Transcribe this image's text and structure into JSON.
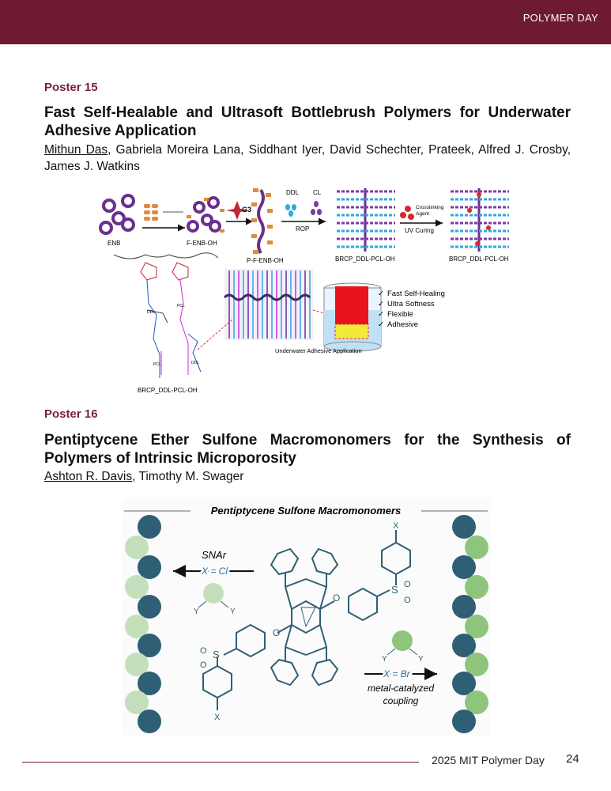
{
  "header": {
    "title": "POLYMER DAY"
  },
  "poster15": {
    "label": "Poster 15",
    "title": "Fast Self-Healable and Ultrasoft Bottlebrush Polymers for Underwater Adhesive Application",
    "presenter": "Mithun Das",
    "other_authors": ", Gabriela Moreira Lana, Siddhant Iyer, David Schechter, Prateek, Alfred J. Crosby, James J. Watkins",
    "figure": {
      "enb": "ENB",
      "fenb": "F-ENB-OH",
      "g3": "G3",
      "pfenb": "P-F-ENB-OH",
      "ddl": "DDL",
      "cl": "CL",
      "rop": "ROP",
      "brcp1": "BRCP_DDL-PCL-OH",
      "crosslink1": "Crosslinking",
      "crosslink2": "Agent",
      "uv": "UV Curing",
      "brcp2": "BRCP_DDL-PCL-OH",
      "props": [
        "Fast Self-Healing",
        "Ultra Softness",
        "Flexible",
        "Adhesive"
      ],
      "underwater": "Underwater Adhesive Application",
      "brcp3": "BRCP_DDL-PCL-OH",
      "pcl": "PCL",
      "ddl_small": "DDL"
    }
  },
  "poster16": {
    "label": "Poster 16",
    "title": "Pentiptycene Ether Sulfone Macromonomers for the Synthesis of Polymers of Intrinsic Microporosity",
    "presenter": "Ashton R. Davis",
    "other_authors": ", Timothy M. Swager",
    "figure": {
      "title": "Pentiptycene Sulfone Macromonomers",
      "snar": "SNAr",
      "xcl": "X = Cl",
      "xbr": "X = Br",
      "coupling1": "metal-catalyzed",
      "coupling2": "coupling",
      "x": "X",
      "y": "Y",
      "s": "S",
      "o": "O"
    }
  },
  "footer": {
    "text": "2025 MIT Polymer Day",
    "page": "24"
  }
}
